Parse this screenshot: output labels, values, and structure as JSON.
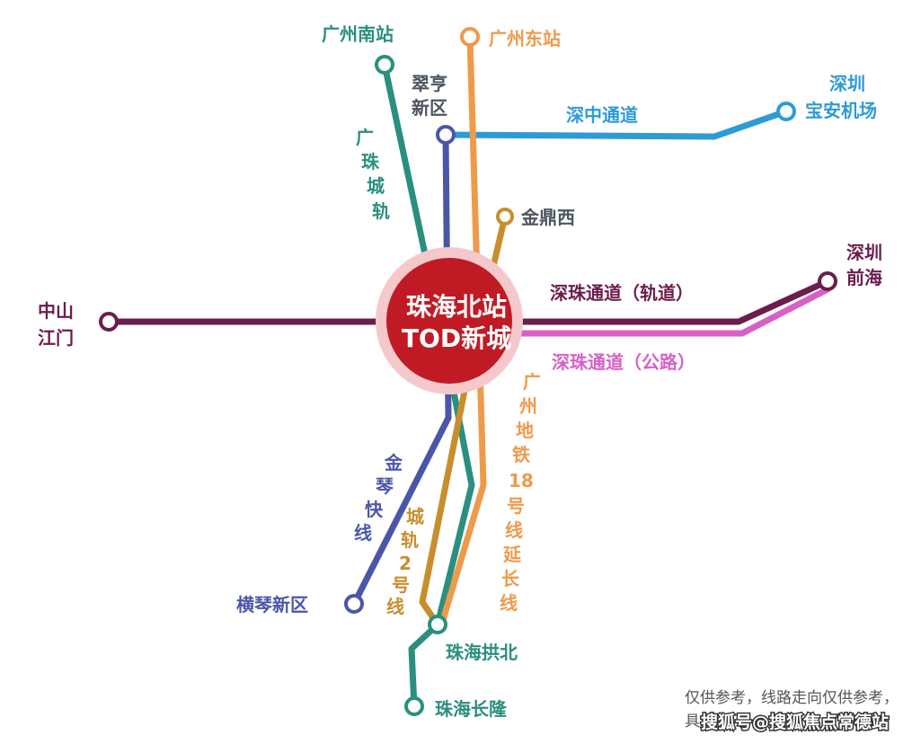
{
  "hub": {
    "line1": "珠海北站",
    "line2": "TOD新城"
  },
  "colors": {
    "green": "#2a8f7e",
    "orange": "#ee9a4b",
    "blue": "#2d9bd6",
    "indigo": "#4a57a8",
    "gold": "#c88e2d",
    "maroon": "#6b1d4d",
    "pink": "#d760c8",
    "hub": "#c01b24",
    "hub_halo": "#f5c9cc"
  },
  "stations": {
    "guangzhou_south": "广州南站",
    "guangzhou_east": "广州东站",
    "cuiheng": [
      "翠亨",
      "新区"
    ],
    "shenzhen_baoan": [
      "深圳",
      "宝安机场"
    ],
    "jinding_west": "金鼎西",
    "shenzhen_qianhai": [
      "深圳",
      "前海"
    ],
    "zhongshan_jiangmen": [
      "中山",
      "江门"
    ],
    "hengqin": "横琴新区",
    "gongbei": "珠海拱北",
    "changlong": "珠海长隆"
  },
  "routes": {
    "guangzhu_intercity": [
      "广",
      "珠",
      "城",
      "轨"
    ],
    "shenzhong": "深中通道",
    "shenzhu_rail": "深珠通道（轨道）",
    "shenzhu_road": "深珠通道（公路）",
    "metro18": [
      "广",
      "州",
      "地",
      "铁",
      "18",
      "号",
      "线",
      "延",
      "长",
      "线"
    ],
    "jinqin": [
      "金",
      "琴",
      "快",
      "线"
    ],
    "intercity2": [
      "城",
      "轨",
      "2",
      "号",
      "线"
    ]
  },
  "note": {
    "line1": "仅供参考，线路走向仅供参考，",
    "line2_prefix": "具",
    "watermark": "搜狐号@搜狐焦点常德站"
  }
}
